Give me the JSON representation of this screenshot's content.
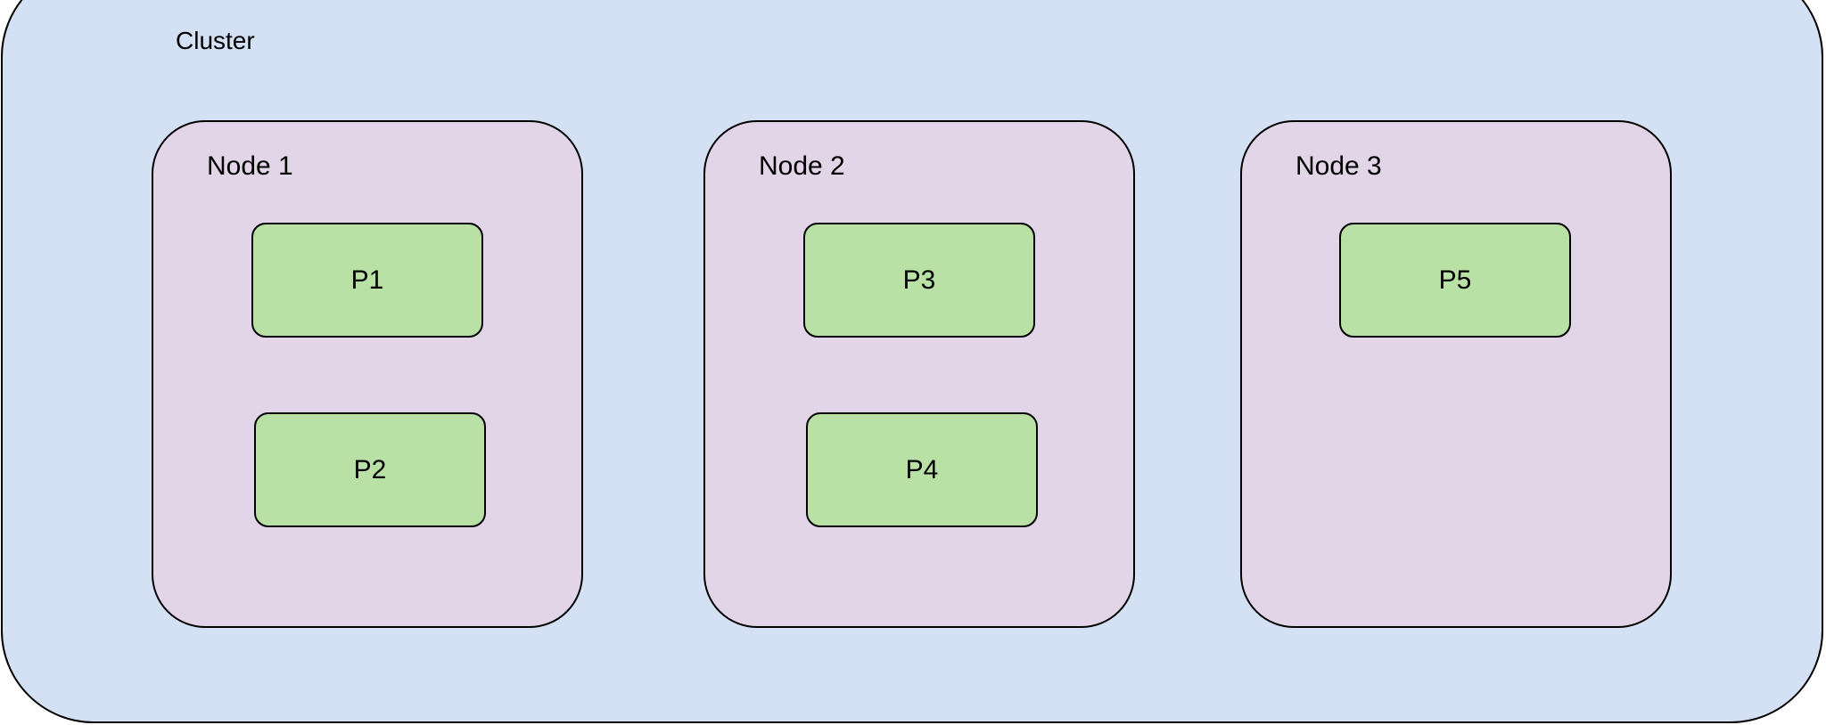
{
  "cluster": {
    "label": "Cluster",
    "fill_color": "#d4e1f5",
    "nodes": [
      {
        "label": "Node 1",
        "fill_color": "#e1d5e7",
        "partitions": [
          {
            "label": "P1"
          },
          {
            "label": "P2"
          }
        ]
      },
      {
        "label": "Node 2",
        "fill_color": "#e1d5e7",
        "partitions": [
          {
            "label": "P3"
          },
          {
            "label": "P4"
          }
        ]
      },
      {
        "label": "Node 3",
        "fill_color": "#e1d5e7",
        "partitions": [
          {
            "label": "P5"
          }
        ]
      }
    ],
    "partition_fill_color": "#b9e0a5"
  }
}
